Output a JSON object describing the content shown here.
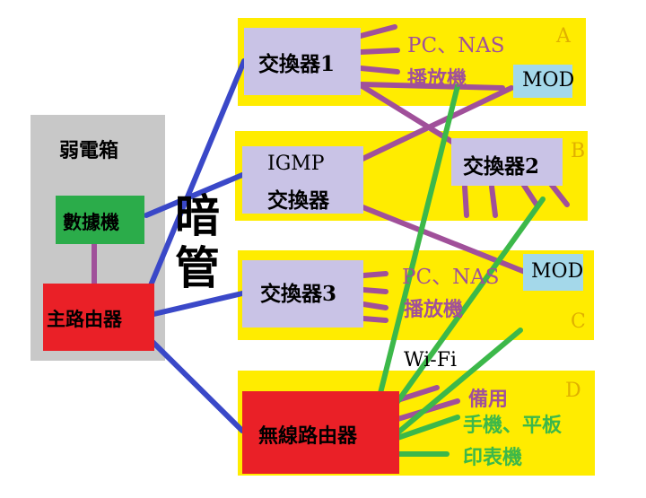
{
  "colors": {
    "zone": "#ffec00",
    "cabinet": "#c8c8c8",
    "switch": "#c9c3e6",
    "mod": "#a4d8ea",
    "router": "#ea2027",
    "modem": "#2bac4a",
    "wire_blue": "#3a48c8",
    "wire_purple": "#a0509a",
    "wire_green": "#3cb84a",
    "label_purple": "#a0509a",
    "label_green": "#3cb84a",
    "zone_letter": "#e0b000"
  },
  "cabinet": {
    "title": "弱電箱",
    "modem": "數據機",
    "router": "主路由器"
  },
  "conduit_label": "暗管",
  "zone_a": {
    "letter": "A",
    "switch": "交換器1",
    "device_pc_nas": "PC、NAS",
    "device_player": "播放機",
    "mod": "MOD"
  },
  "zone_b": {
    "letter": "B",
    "igmp_switch_line1": "IGMP",
    "igmp_switch_line2": "交換器",
    "switch2": "交換器2"
  },
  "zone_c": {
    "letter": "C",
    "switch": "交換器3",
    "device_pc_nas": "PC、NAS",
    "device_player": "播放機",
    "mod": "MOD"
  },
  "zone_d": {
    "letter": "D",
    "wireless_router": "無線路由器",
    "wifi": "Wi-Fi",
    "device_spare": "備用",
    "device_mobile": "手機、平板",
    "device_printer": "印表機"
  }
}
